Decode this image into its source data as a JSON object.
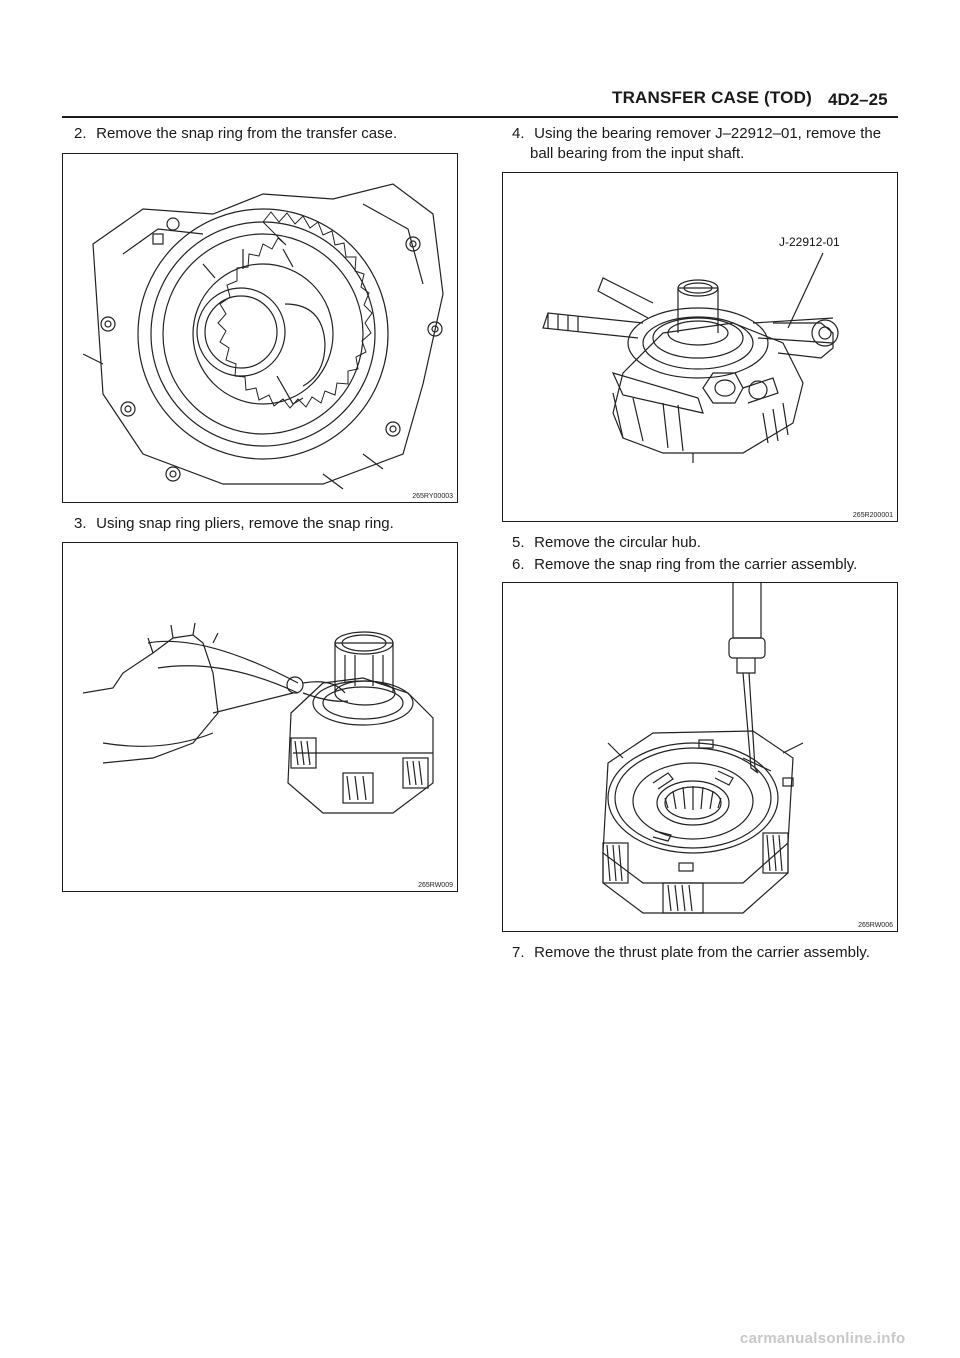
{
  "header": {
    "title": "TRANSFER CASE (TOD)",
    "page_number": "4D2–25"
  },
  "steps": [
    {
      "id": "step-2",
      "number": "2.",
      "text": "Remove the snap ring from the transfer case."
    },
    {
      "id": "step-3",
      "number": "3.",
      "text": "Using snap ring pliers, remove the snap ring."
    },
    {
      "id": "step-4",
      "number": "4.",
      "text": "Using the bearing remover J–22912–01, remove the",
      "text_cont": "ball bearing from the input shaft."
    },
    {
      "id": "step-5",
      "number": "5.",
      "text": "Remove the circular hub."
    },
    {
      "id": "step-6",
      "number": "6.",
      "text": "Remove the snap ring from the carrier assembly."
    },
    {
      "id": "step-7",
      "number": "7.",
      "text": "Remove the thrust plate from the carrier assembly."
    }
  ],
  "figures": {
    "fig1": {
      "code": "265RY00003"
    },
    "fig2": {
      "code": "265RW009"
    },
    "fig3": {
      "code": "265R200001",
      "callout": "J-22912-01"
    },
    "fig4": {
      "code": "265RW006"
    }
  },
  "watermark": "carmanualsonline.info"
}
